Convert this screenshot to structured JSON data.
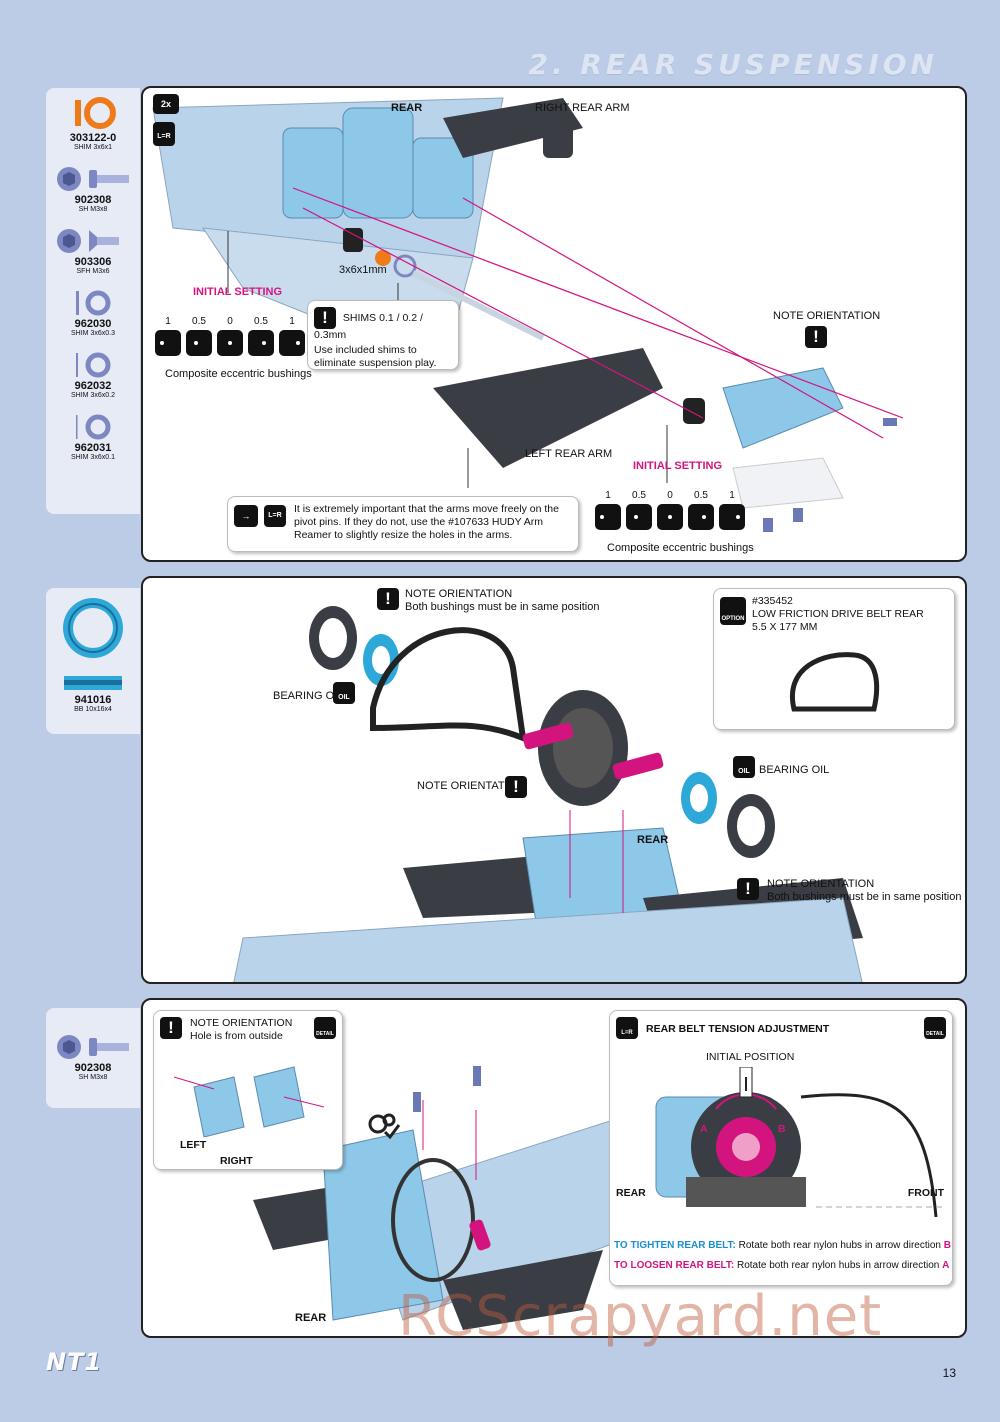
{
  "header": {
    "title": "2. REAR SUSPENSION"
  },
  "parts_top": [
    {
      "code": "303122-0",
      "desc": "SHIM 3x6x1"
    },
    {
      "code": "902308",
      "desc": "SH M3x8"
    },
    {
      "code": "903306",
      "desc": "SFH M3x6"
    },
    {
      "code": "962030",
      "desc": "SHIM 3x6x0.3"
    },
    {
      "code": "962032",
      "desc": "SHIM 3x6x0.2"
    },
    {
      "code": "962031",
      "desc": "SHIM 3x6x0.1"
    }
  ],
  "parts_mid": [
    {
      "code": "941016",
      "desc": "BB 10x16x4"
    }
  ],
  "parts_bot": [
    {
      "code": "902308",
      "desc": "SH M3x8"
    }
  ],
  "panel1": {
    "qty": "2x",
    "lr": "L=R",
    "rear": "REAR",
    "right_rear_arm": "RIGHT REAR ARM",
    "left_rear_arm": "LEFT REAR ARM",
    "shim_size": "3x6x1mm",
    "initial_setting_1": "INITIAL SETTING",
    "initial_setting_2": "INITIAL SETTING",
    "bushing_values": [
      "1",
      "0.5",
      "0",
      "0.5",
      "1"
    ],
    "composite_1": "Composite eccentric bushings",
    "composite_2": "Composite eccentric bushings",
    "shims_title": "SHIMS 0.1 / 0.2 / 0.3mm",
    "shims_text": "Use included shims to eliminate suspension play.",
    "note_orientation": "NOTE ORIENTATION",
    "warning_text": "It is extremely important that the arms move freely on the pivot pins. If they do not, use the #107633 HUDY Arm Reamer to slightly resize the holes in the arms."
  },
  "panel2": {
    "note1_title": "NOTE ORIENTATION",
    "note1_text": "Both bushings must be in same position",
    "option_label": "OPTION",
    "option_code": "#335452",
    "option_text": "LOW FRICTION DRIVE BELT REAR 5.5 X 177 MM",
    "bearing_oil_1": "BEARING OIL",
    "bearing_oil_2": "BEARING OIL",
    "oil_icon": "OIL",
    "note_orientation": "NOTE ORIENTATION",
    "rear": "REAR",
    "note2_title": "NOTE ORIENTATION",
    "note2_text": "Both bushings must be in same position"
  },
  "panel3": {
    "note_title": "NOTE ORIENTATION",
    "note_text": "Hole is from outside",
    "detail": "DETAIL",
    "left": "LEFT",
    "right": "RIGHT",
    "rear": "REAR",
    "lr": "L=R",
    "belt_title": "REAR BELT TENSION ADJUSTMENT",
    "initial_position": "INITIAL POSITION",
    "a": "A",
    "b": "B",
    "rear2": "REAR",
    "front": "FRONT",
    "tighten_label": "TO TIGHTEN REAR BELT:",
    "tighten_text": "Rotate both rear nylon hubs in arrow direction",
    "tighten_dir": "B",
    "loosen_label": "TO LOOSEN REAR BELT:",
    "loosen_text": "Rotate both rear nylon hubs in arrow direction",
    "loosen_dir": "A"
  },
  "footer": {
    "logo": "NT1",
    "page": "13",
    "watermark": "RCScrapyard.net"
  },
  "colors": {
    "background": "#bccbe6",
    "accent": "#d4147e",
    "part_blue": "#8ec8e8",
    "arm_grey": "#3a3d44"
  }
}
